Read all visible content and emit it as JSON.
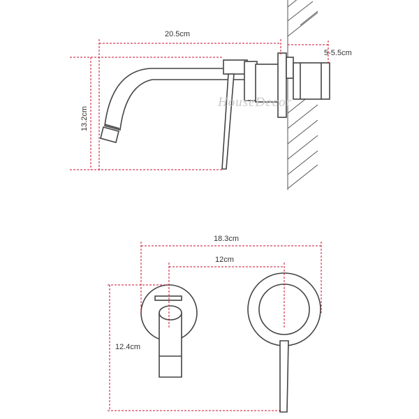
{
  "colors": {
    "dimension": "#c8102e",
    "outline": "#444444",
    "text": "#333333",
    "watermark": "#c9c9c9"
  },
  "side_view": {
    "width_label": "20.5cm",
    "height_label": "13.2cm",
    "wall_depth_label": "5-5.5cm"
  },
  "front_view": {
    "overall_width_label": "18.3cm",
    "spacing_label": "12cm",
    "height_label": "12.4cm"
  },
  "watermark": {
    "text": "HouseDecor"
  }
}
